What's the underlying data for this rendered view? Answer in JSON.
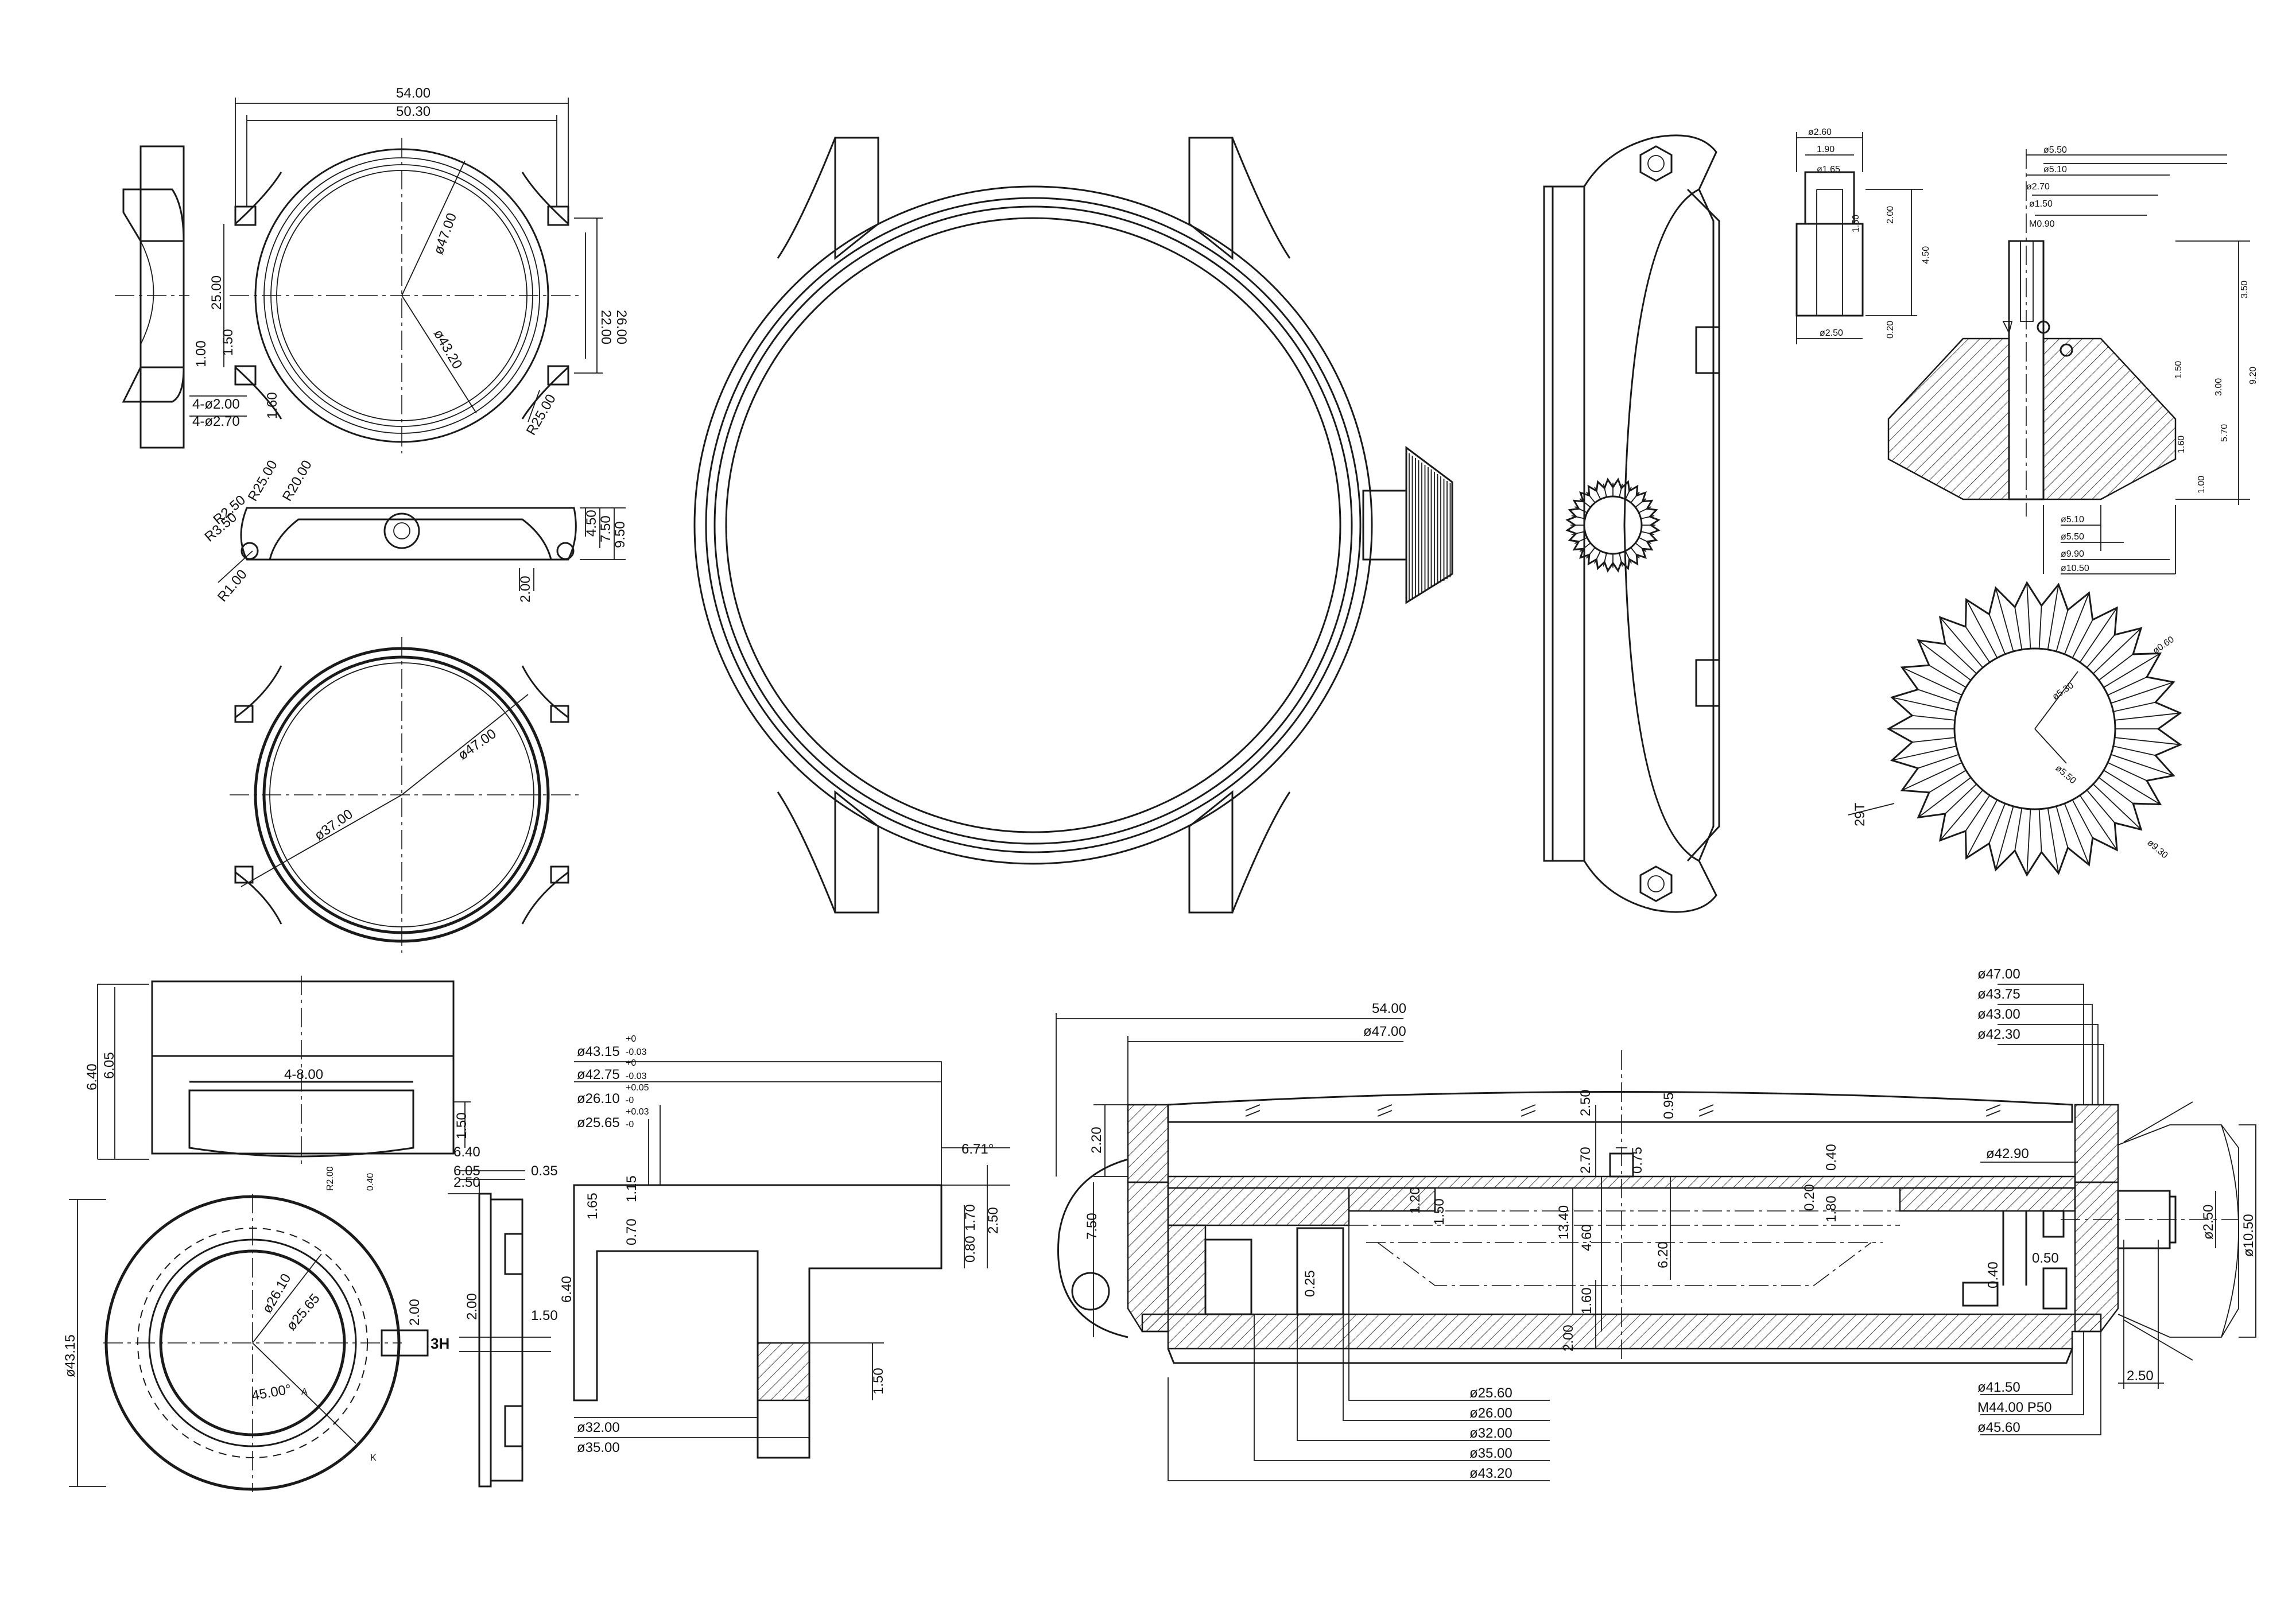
{
  "colors": {
    "ink": "#1a1a1a",
    "paper": "#ffffff"
  },
  "top_lug_view": {
    "width_overall": "54.00",
    "width_inner": "50.30",
    "dia_outer": "ø47.00",
    "dia_inner": "ø43.20",
    "lug_gap": "22.00",
    "lug_outer": "26.00",
    "lug_inner": "25.00",
    "radius": "R25.00",
    "holes_a": "4-ø2.00",
    "holes_b": "4-ø2.70",
    "d1": "1.00",
    "d2": "1.50",
    "d3": "1.60"
  },
  "side_view": {
    "r1": "R25.00",
    "r2": "R20.00",
    "r3": "R2.50",
    "r4": "R3.50",
    "r5": "R1.00",
    "h1": "4.50",
    "h2": "7.50",
    "h3": "9.50",
    "h4": "2.00"
  },
  "bottom_view": {
    "d1": "ø47.00",
    "d2": "ø37.00"
  },
  "crown": {
    "d1": "ø2.60",
    "d2": "1.90",
    "d3": "ø1.65",
    "d4": "ø2.50",
    "d5": "0.20",
    "d6": "1.50",
    "d7": "2.00",
    "d8": "4.50",
    "d9": "ø5.50",
    "d10": "ø5.10",
    "d11": "ø2.70",
    "d12": "ø1.50",
    "d13": "M0.90",
    "d14": "3.50",
    "d15": "9.20",
    "d16": "3.00",
    "d17": "5.70",
    "d18": "1.50",
    "d19": "1.60",
    "d20": "1.00",
    "d21": "ø5.10",
    "d22": "ø5.50",
    "d23": "ø9.90",
    "d24": "ø10.50",
    "k1": "ø0.60",
    "k2": "ø5.30",
    "k3": "ø5.50",
    "k4": "ø9.30",
    "teeth": "29T"
  },
  "caseback": {
    "h1": "6.40",
    "h2": "6.05",
    "slot": "4-8.00",
    "b1": "1.50",
    "b2": "R2.00",
    "b3": "0.40",
    "dia": "ø43.15",
    "d1": "ø26.10",
    "d2": "ø25.65",
    "angle": "45.00°",
    "t1": "2.00",
    "ref_a": "A",
    "ref_k": "K"
  },
  "caseback_side": {
    "a": "6.40",
    "b": "6.05",
    "c": "0.35",
    "d": "2.50",
    "e": "2.00",
    "f": "1.50",
    "label": "3H"
  },
  "caseback_section": {
    "d1": "ø43.15",
    "t1": "+0",
    "t1b": "-0.03",
    "d2": "ø42.75",
    "t2": "+0",
    "t2b": "-0.03",
    "d3": "ø26.10",
    "t3": "+0.05",
    "t3b": "-0",
    "d4": "ø25.65",
    "t4": "+0.03",
    "t4b": "-0",
    "angle": "6.71°",
    "h1": "1.70",
    "h2": "2.50",
    "h3": "0.80",
    "h4": "6.40",
    "h5": "1.15",
    "h6": "0.70",
    "h7": "1.65",
    "h8": "1.50",
    "b1": "ø32.00",
    "b2": "ø35.00"
  },
  "assembly": {
    "top1": "54.00",
    "top2": "ø47.00",
    "r1": "ø47.00",
    "r2": "ø43.75",
    "r3": "ø43.00",
    "r4": "ø42.30",
    "r5": "ø42.90",
    "h1": "2.20",
    "h2": "7.50",
    "h3": "2.50",
    "h4": "0.95",
    "h5": "2.70",
    "h6": "0.75",
    "h7": "0.40",
    "h8": "13.40",
    "h9": "4.60",
    "h10": "6.20",
    "h11": "1.60",
    "h12": "2.00",
    "h13": "0.20",
    "h14": "1.80",
    "h15": "1.20",
    "h16": "1.50",
    "h17": "0.25",
    "h18": "0.50",
    "h19": "0.40",
    "b1": "ø25.60",
    "b2": "ø26.00",
    "b3": "ø32.00",
    "b4": "ø35.00",
    "b5": "ø43.20",
    "b6": "ø41.50",
    "b7": "M44.00  P50",
    "b8": "ø45.60",
    "c1": "ø2.50",
    "c2": "ø10.50",
    "c3": "2.50"
  }
}
